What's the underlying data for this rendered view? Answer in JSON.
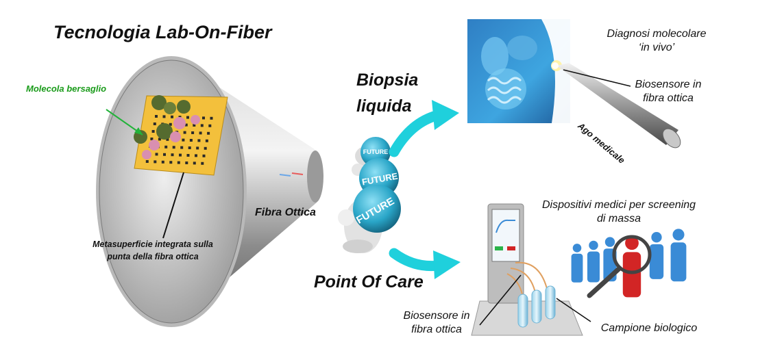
{
  "title": "Tecnologia Lab-On-Fiber",
  "fiber": {
    "target_molecule_label": "Molecola bersaglio",
    "metasurface_label_line1": "Metasuperficie integrata sulla",
    "metasurface_label_line2": "punta della fibra ottica",
    "fiber_label": "Fibra Ottica"
  },
  "center": {
    "ball_text": "FUTURE"
  },
  "biopsy": {
    "title_line1": "Biopsia",
    "title_line2": "liquida",
    "diagnosis_line1": "Diagnosi molecolare",
    "diagnosis_line2": "‘in vivo’",
    "biosensor_line1": "Biosensore in",
    "biosensor_line2": "fibra ottica",
    "needle_label": "Ago medicale"
  },
  "poc": {
    "title": "Point Of Care",
    "devices_line1": "Dispositivi medici per screening",
    "devices_line2": "di massa",
    "biosensor_line1": "Biosensore in",
    "biosensor_line2": "fibra ottica",
    "sample_label": "Campione biologico"
  },
  "colors": {
    "arrow": "#1fd0dc",
    "metasurface": "#f3c03c",
    "target_label": "#1a9b1a",
    "ball": "#2aa6c8",
    "person_blue": "#3a8bd6",
    "person_red": "#d22525"
  }
}
